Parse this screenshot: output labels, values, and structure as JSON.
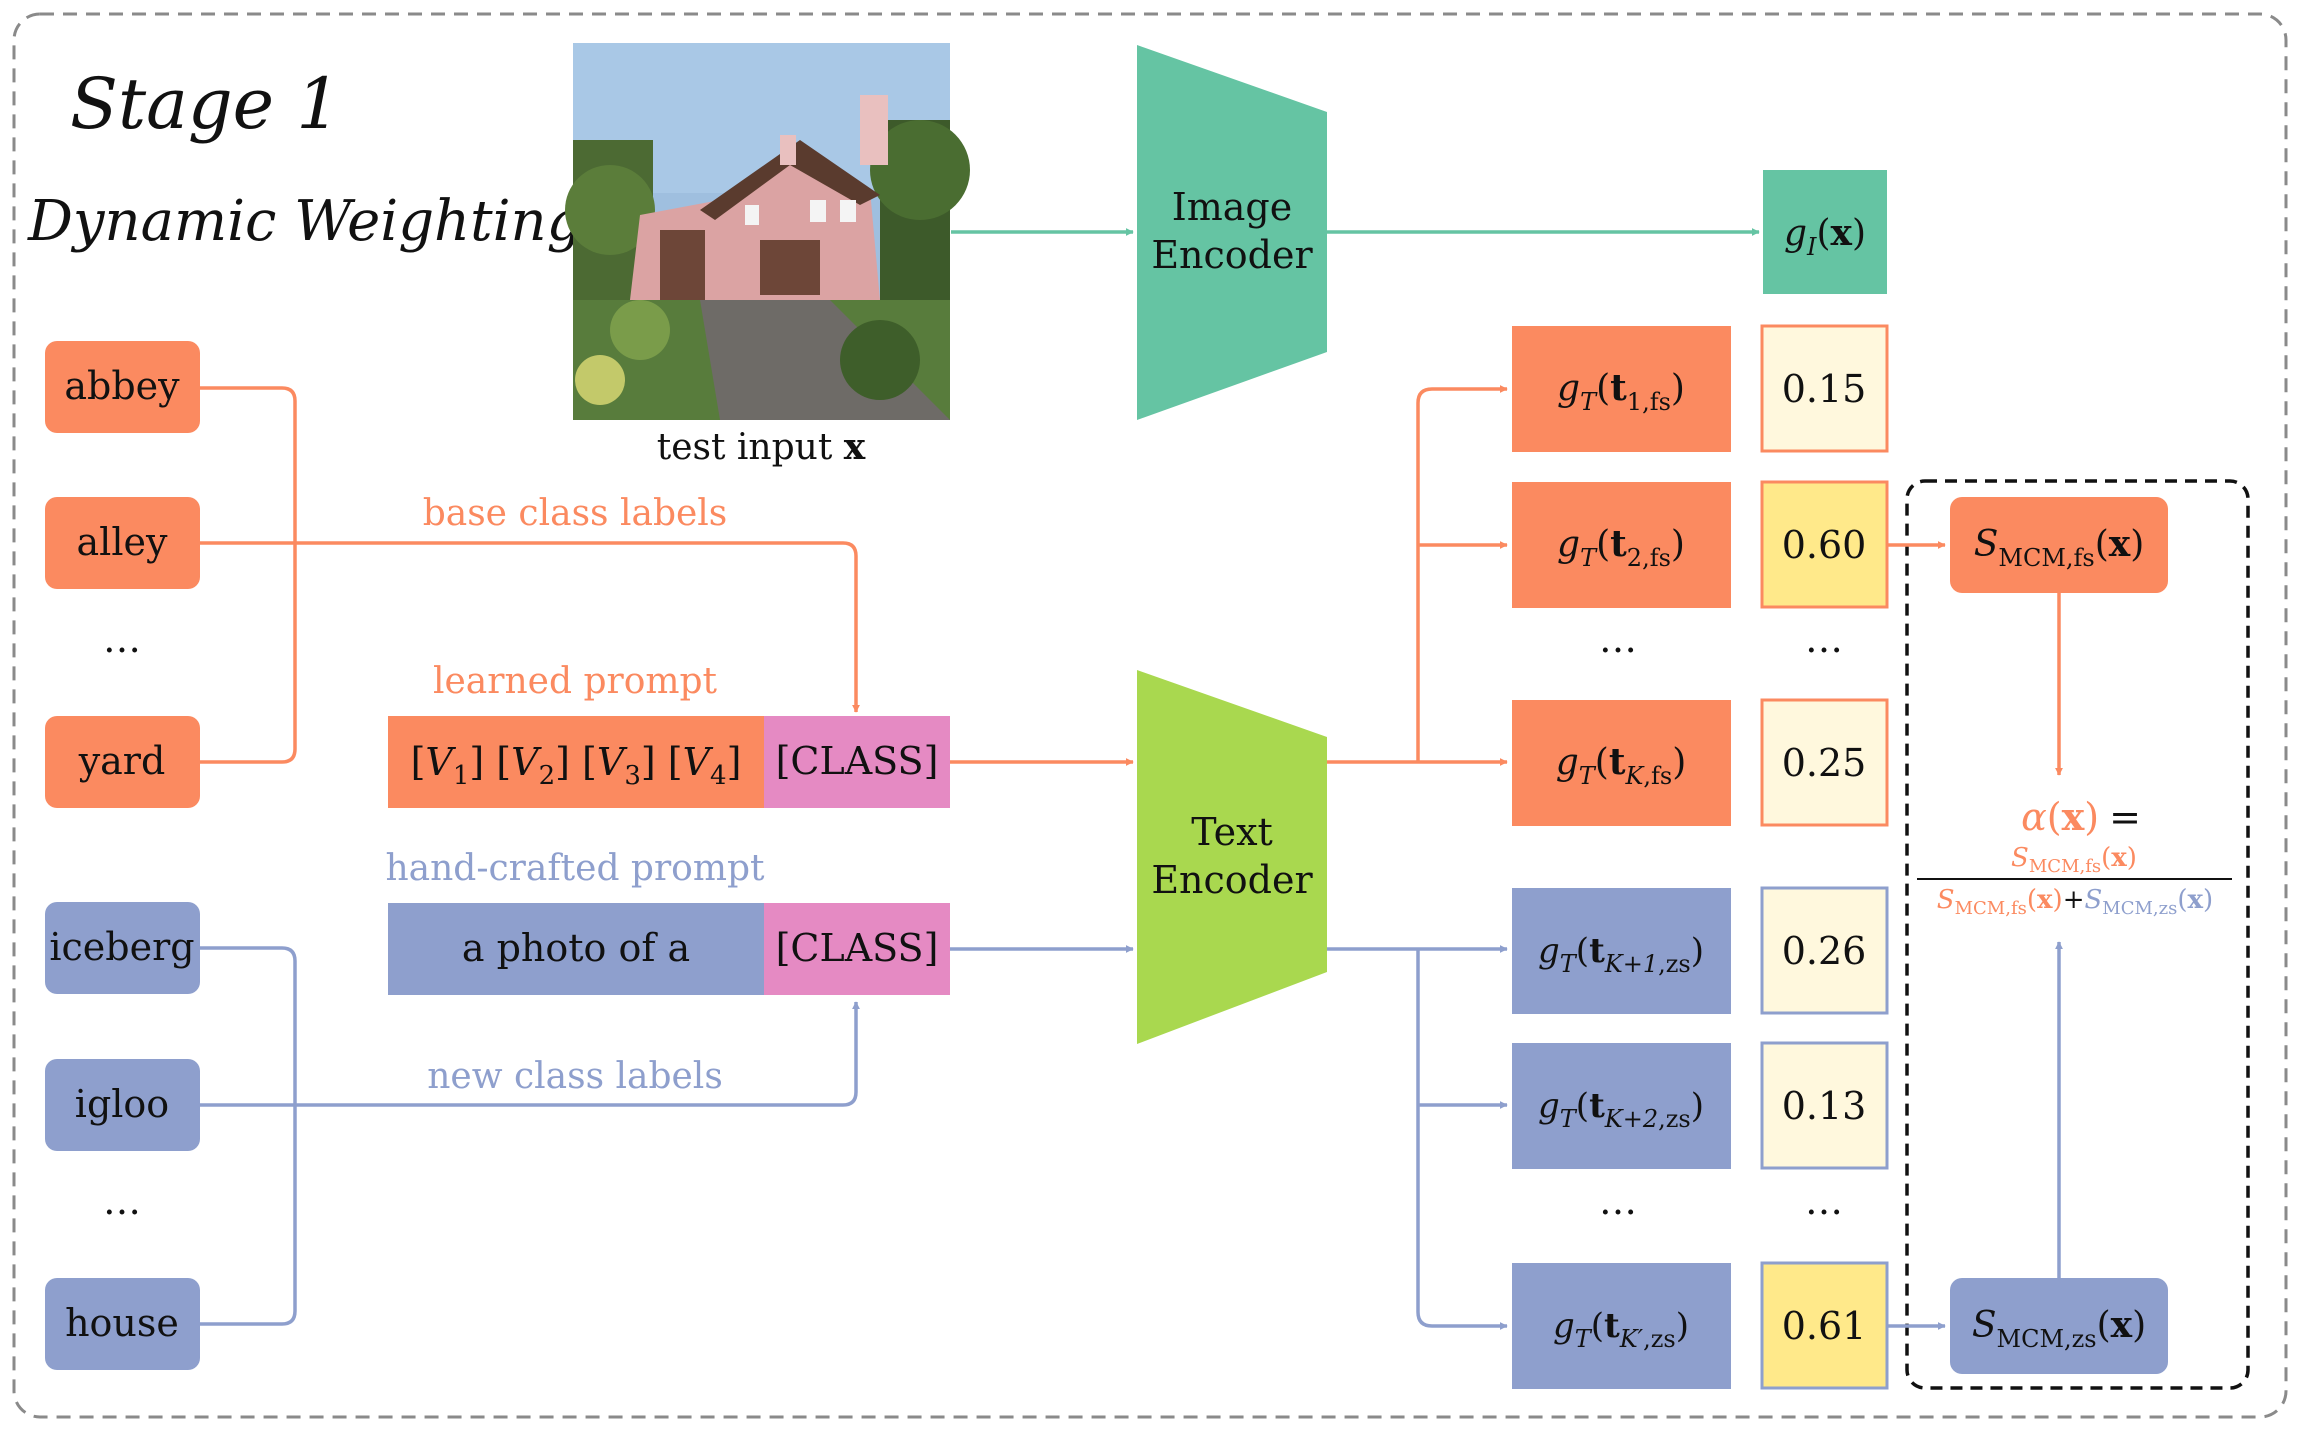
{
  "stage": {
    "title": "Stage 1",
    "subtitle": "Dynamic Weighting"
  },
  "photo": {
    "caption_prefix": "test input ",
    "caption_var": "x"
  },
  "encoders": {
    "image": [
      "Image",
      "Encoder"
    ],
    "text": [
      "Text",
      "Encoder"
    ]
  },
  "image_feature": {
    "g": "g",
    "sub": "I",
    "arg": "x"
  },
  "base_labels": {
    "items": [
      "abbey",
      "alley",
      "…",
      "yard"
    ],
    "caption": "base class labels"
  },
  "new_labels": {
    "items": [
      "iceberg",
      "igloo",
      "…",
      "house"
    ],
    "caption": "new class labels"
  },
  "learned_prompt": {
    "caption": "learned prompt",
    "tokens": [
      [
        "V",
        "1"
      ],
      [
        "V",
        "2"
      ],
      [
        "V",
        "3"
      ],
      [
        "V",
        "4"
      ]
    ],
    "class_token": "[CLASS]"
  },
  "handcrafted_prompt": {
    "caption": "hand-crafted prompt",
    "text": "a photo of a",
    "class_token": "[CLASS]"
  },
  "fs_features": [
    {
      "idx": "1",
      "set": "fs",
      "score": "0.15",
      "highlight": false
    },
    {
      "idx": "2",
      "set": "fs",
      "score": "0.60",
      "highlight": true
    },
    {
      "idx": "K",
      "set": "fs",
      "score": "0.25",
      "highlight": false
    }
  ],
  "zs_features": [
    {
      "idx": "K+1",
      "set": "zs",
      "score": "0.26",
      "highlight": false
    },
    {
      "idx": "K+2",
      "set": "zs",
      "score": "0.13",
      "highlight": false
    },
    {
      "idx": "K′",
      "set": "zs",
      "score": "0.61",
      "highlight": true
    }
  ],
  "ellipsis": "…",
  "mcm": {
    "S": "S",
    "fs_sub": "MCM,fs",
    "zs_sub": "MCM,zs",
    "arg": "x"
  },
  "alpha": {
    "symbol": "α",
    "arg": "x",
    "eq": "="
  },
  "colors": {
    "orange": "#fb8a60",
    "blue": "#8e9fcd",
    "green": "#65c4a3",
    "lime": "#a9d84f",
    "pink": "#e58ac3",
    "yellow": "#ffe98a",
    "pale": "#fff8dd",
    "frame": "#8a8a8a"
  }
}
